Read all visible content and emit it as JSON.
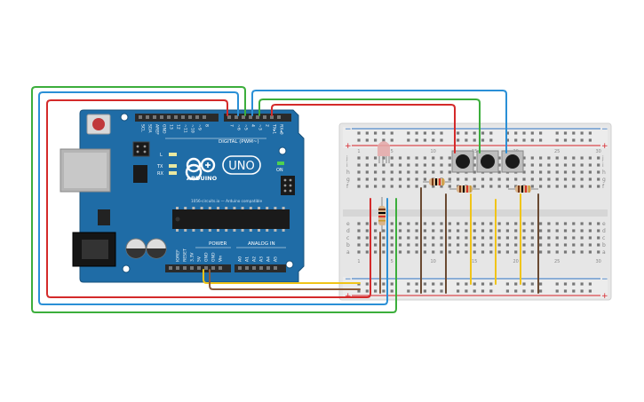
{
  "board": {
    "brand": "ARDUINO",
    "model": "UNO",
    "tagline": "1056-circuits.io — Arduino compatible",
    "on_label": "ON",
    "tx_label": "TX",
    "rx_label": "RX",
    "l_label": "L",
    "digital_label": "DIGITAL (PWM~)",
    "power_label": "POWER",
    "analog_label": "ANALOG IN",
    "top_header_labels": [
      "SCL",
      "SDA",
      "AREF",
      "GND",
      "13",
      "12",
      "~11",
      "~10",
      "~9",
      "8",
      "7",
      "~6",
      "~5",
      "4",
      "~3",
      "2",
      "TX▸1",
      "RX◂0"
    ],
    "power_pins": [
      "IOREF",
      "RESET",
      "3.3V",
      "5V",
      "GND",
      "GND",
      "Vin"
    ],
    "analog_pins": [
      "A0",
      "A1",
      "A2",
      "A3",
      "A4",
      "A5"
    ]
  },
  "breadboard": {
    "row_letters_top": [
      "j",
      "i",
      "h",
      "g",
      "f"
    ],
    "row_letters_bottom": [
      "e",
      "d",
      "c",
      "b",
      "a"
    ],
    "column_numbers": [
      "1",
      "5",
      "10",
      "15",
      "20",
      "25",
      "30"
    ],
    "rail_plus": "+",
    "rail_minus": "−"
  },
  "colors": {
    "board": "#1f6ca6",
    "board_dark": "#15507c",
    "header": "#2a2a2a",
    "breadboard": "#e6e6e6",
    "rail_red": "#d61f26",
    "rail_blue": "#2a6fc0",
    "wire_red": "#d42a2a",
    "wire_green": "#3cae3c",
    "wire_blue": "#2a8fd6",
    "wire_yellow": "#f0c418",
    "wire_brown": "#8a5a3a",
    "wire_dark_brown": "#6a4a32"
  }
}
